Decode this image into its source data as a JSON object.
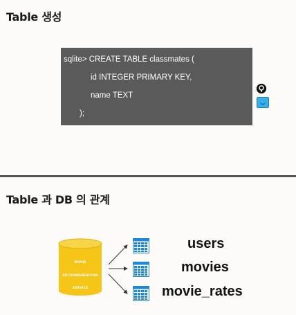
{
  "sections": [
    {
      "title": "Table 생성"
    },
    {
      "title": "Table 과 DB 의 관계"
    }
  ],
  "code": {
    "lines": [
      "sqlite> CREATE TABLE classmates (",
      "id INTEGER PRIMARY KEY,",
      "name TEXT",
      ");"
    ]
  },
  "side_icons": [
    "pin-icon",
    "chat-icon"
  ],
  "database": {
    "labels": [
      "MOVIE",
      "RECOMMENDATION",
      "SERVICE"
    ],
    "color": "#f5c518"
  },
  "tables": [
    "users",
    "movies",
    "movie_rates"
  ],
  "colors": {
    "code_bg": "#5a5a5a",
    "table_icon": "#1e88d8",
    "divider": "#555555"
  }
}
